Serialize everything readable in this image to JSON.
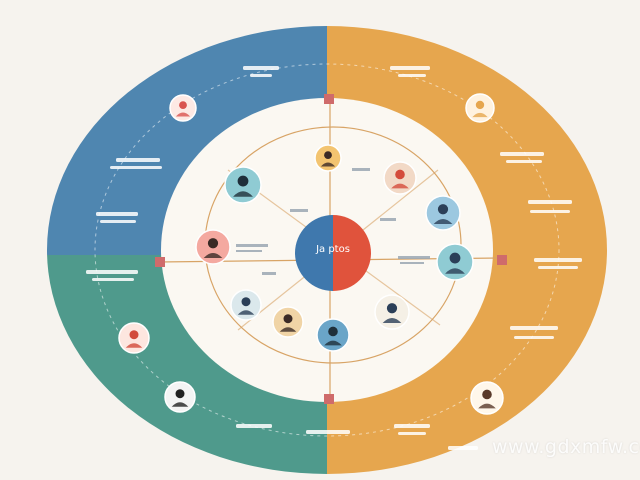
{
  "diagram": {
    "quadrant_colors": {
      "top_left": "#4f86b0",
      "top_right": "#e6a64e",
      "bottom_left": "#4f9a8c",
      "bottom_right": "#e6a64e"
    },
    "inner_disc_color": "#fbf8f2",
    "hub_colors": [
      "#3f78ad",
      "#e0533c"
    ],
    "accent_line_color": "#d8a466",
    "connector_color": "#cf6b6b",
    "hub_label": "Ja ptos"
  },
  "avatars": [
    {
      "name": "profile-avatar-outer-1",
      "fill": "#fde9e4",
      "accent": "#d9534f"
    },
    {
      "name": "profile-avatar-outer-2",
      "fill": "#fff2df",
      "accent": "#e6a64e"
    },
    {
      "name": "profile-avatar-outer-3",
      "fill": "#fde6df",
      "accent": "#d24a3a"
    },
    {
      "name": "profile-avatar-outer-4",
      "fill": "#f4f4f4",
      "accent": "#222222"
    },
    {
      "name": "profile-avatar-outer-5",
      "fill": "#fff7ea",
      "accent": "#5a3a2a"
    },
    {
      "name": "profile-avatar-inner-1",
      "fill": "#f3c470",
      "accent": "#3b2a25"
    },
    {
      "name": "profile-avatar-inner-2",
      "fill": "#8fcbd3",
      "accent": "#1f2f3a"
    },
    {
      "name": "profile-avatar-inner-3",
      "fill": "#f2d9c6",
      "accent": "#d44b3b"
    },
    {
      "name": "profile-avatar-inner-4",
      "fill": "#9cc8e0",
      "accent": "#2b3f58"
    },
    {
      "name": "profile-avatar-inner-5",
      "fill": "#f4a9a0",
      "accent": "#3a2a25"
    },
    {
      "name": "profile-avatar-inner-6",
      "fill": "#8fcbd3",
      "accent": "#2b3f58"
    },
    {
      "name": "profile-avatar-inner-7",
      "fill": "#dbe8ec",
      "accent": "#2b3f58"
    },
    {
      "name": "profile-avatar-inner-8",
      "fill": "#f0d4a6",
      "accent": "#3b2a25"
    },
    {
      "name": "profile-avatar-inner-9",
      "fill": "#6aa5c8",
      "accent": "#1f2f3a"
    },
    {
      "name": "profile-avatar-inner-10",
      "fill": "#f5f0e6",
      "accent": "#2b3f58"
    }
  ],
  "watermark": "www.gdxmfw.com"
}
